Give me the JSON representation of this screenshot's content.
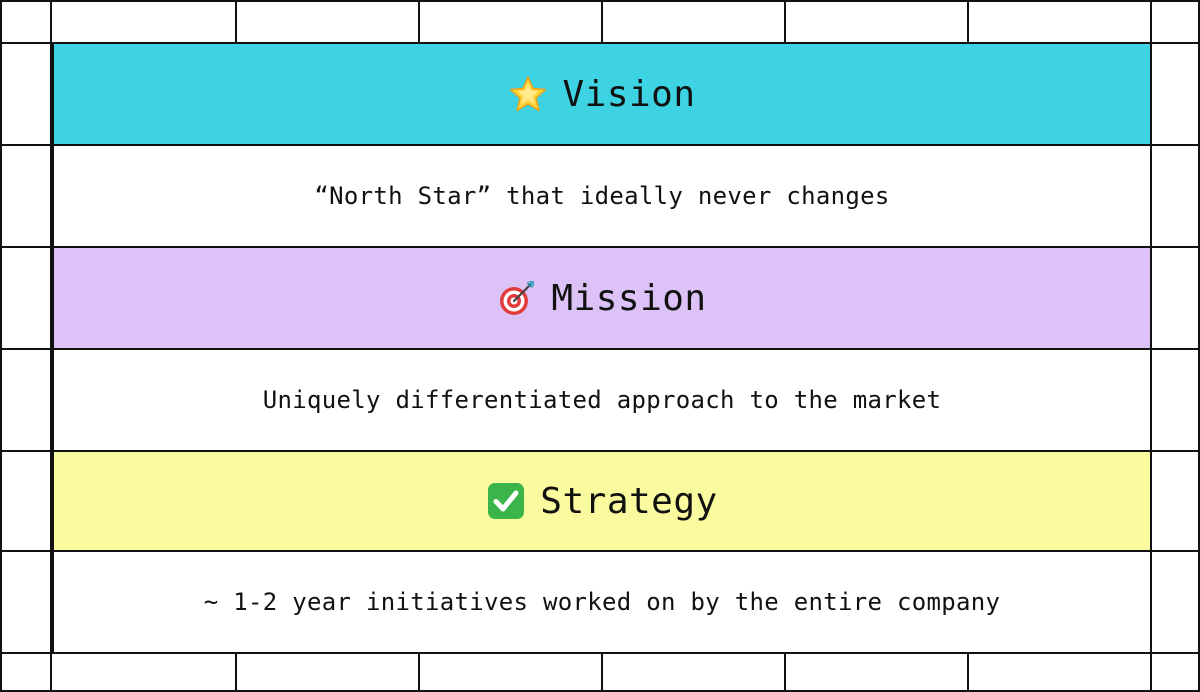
{
  "sections": [
    {
      "heading": "Vision",
      "icon": "star-icon",
      "color": "#3DD3E3",
      "description": "“North Star” that ideally never changes"
    },
    {
      "heading": "Mission",
      "icon": "dart-target-icon",
      "color": "#DDC2F7",
      "description": "Uniquely differentiated approach to the market"
    },
    {
      "heading": "Strategy",
      "icon": "check-mark-icon",
      "color": "#FAFA9E",
      "description": "~ 1-2 year initiatives worked on by the entire company"
    }
  ],
  "colors": {
    "background": "#FFFFFF",
    "grid": "#111111",
    "text": "#111111"
  }
}
